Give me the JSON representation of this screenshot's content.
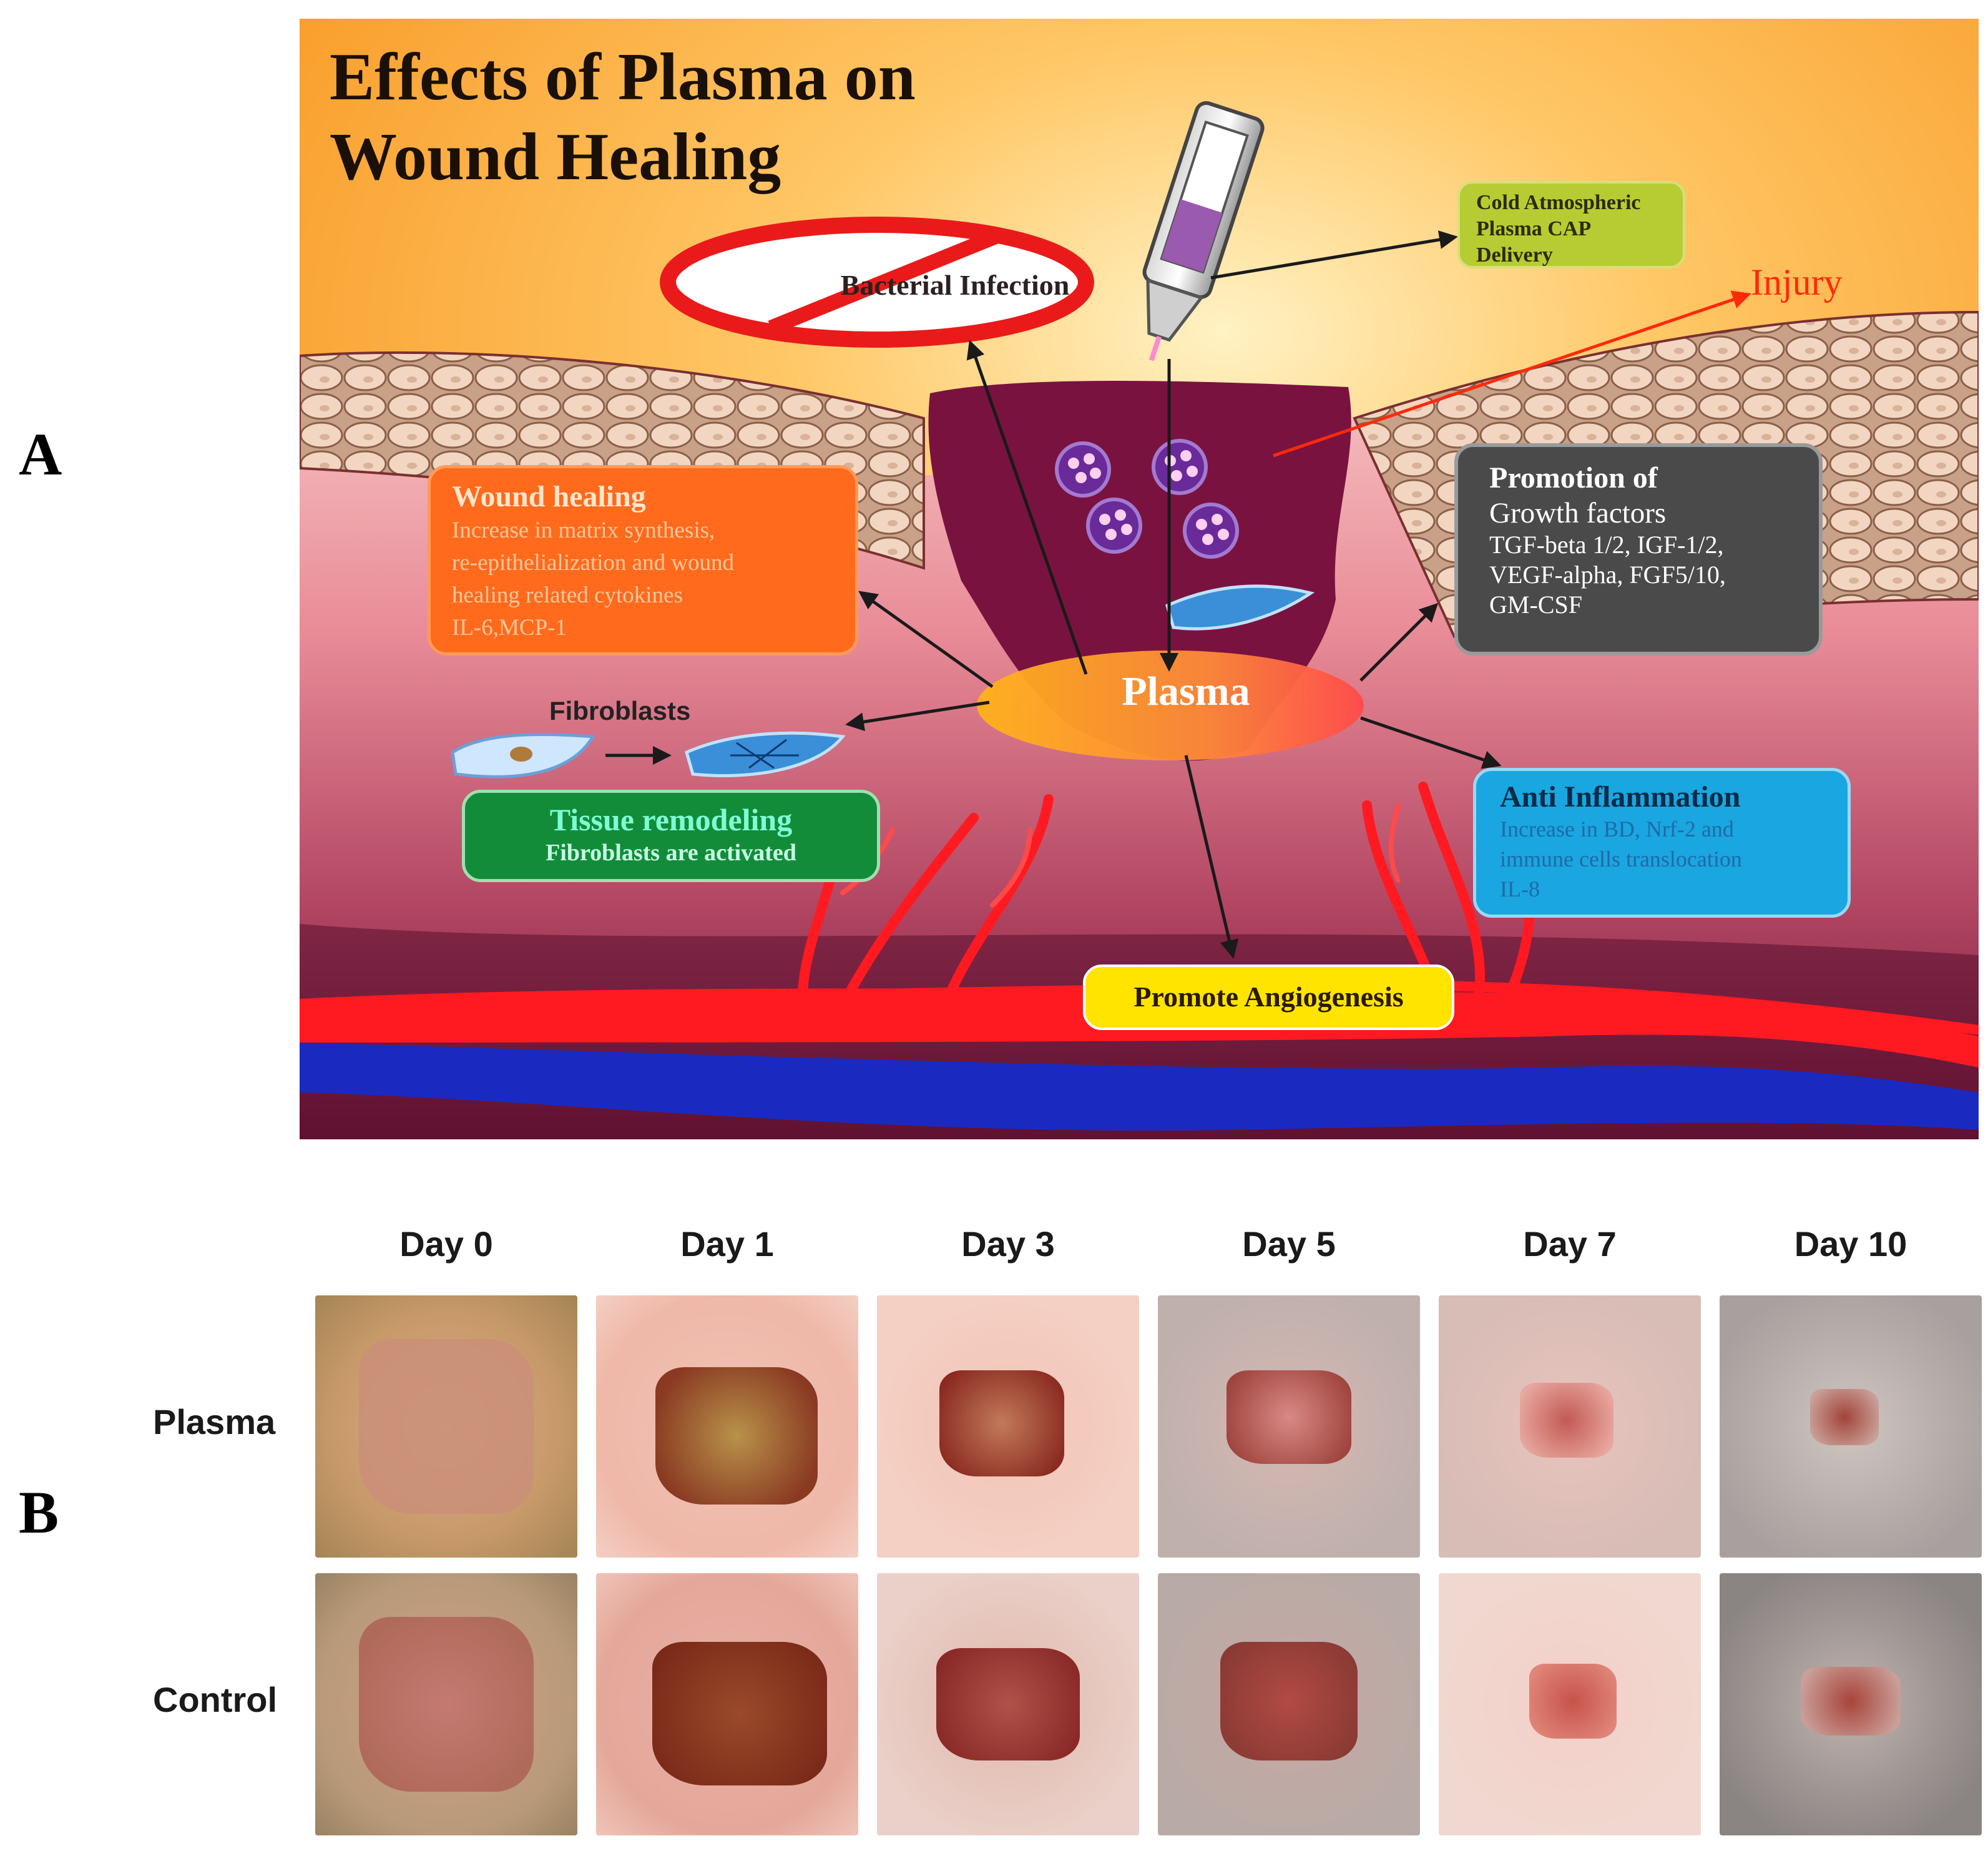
{
  "panel_labels": {
    "a": "A",
    "b": "B"
  },
  "panel_a": {
    "title_line1": "Effects of Plasma on",
    "title_line2": "Wound Healing",
    "bacterial_infection": "Bacterial Infection",
    "cap_box": {
      "line1": "Cold Atmospheric",
      "line2": "Plasma  CAP",
      "line3": "Delivery"
    },
    "injury": "Injury",
    "wound_healing": {
      "heading": "Wound healing",
      "lines": [
        "Increase in matrix synthesis,",
        "re-epithelialization and wound",
        "healing related cytokines",
        "IL-6,MCP-1"
      ]
    },
    "growth_factors": {
      "heading": "Promotion of",
      "subheading": "Growth factors",
      "lines": [
        "TGF-beta 1/2, IGF-1/2,",
        "VEGF-alpha, FGF5/10,",
        "GM-CSF"
      ]
    },
    "plasma": "Plasma",
    "fibroblasts": "Fibroblasts",
    "tissue_remodeling": {
      "heading": "Tissue remodeling",
      "line": "Fibroblasts are activated"
    },
    "anti_inflammation": {
      "heading": "Anti Inflammation",
      "lines": [
        "Increase in BD, Nrf-2 and",
        "immune cells translocation",
        "IL-8"
      ]
    },
    "angiogenesis": "Promote Angiogenesis"
  },
  "panel_b": {
    "columns": [
      "Day 0",
      "Day 1",
      "Day 3",
      "Day 5",
      "Day 7",
      "Day 10"
    ],
    "rows": [
      "Plasma",
      "Control"
    ]
  }
}
